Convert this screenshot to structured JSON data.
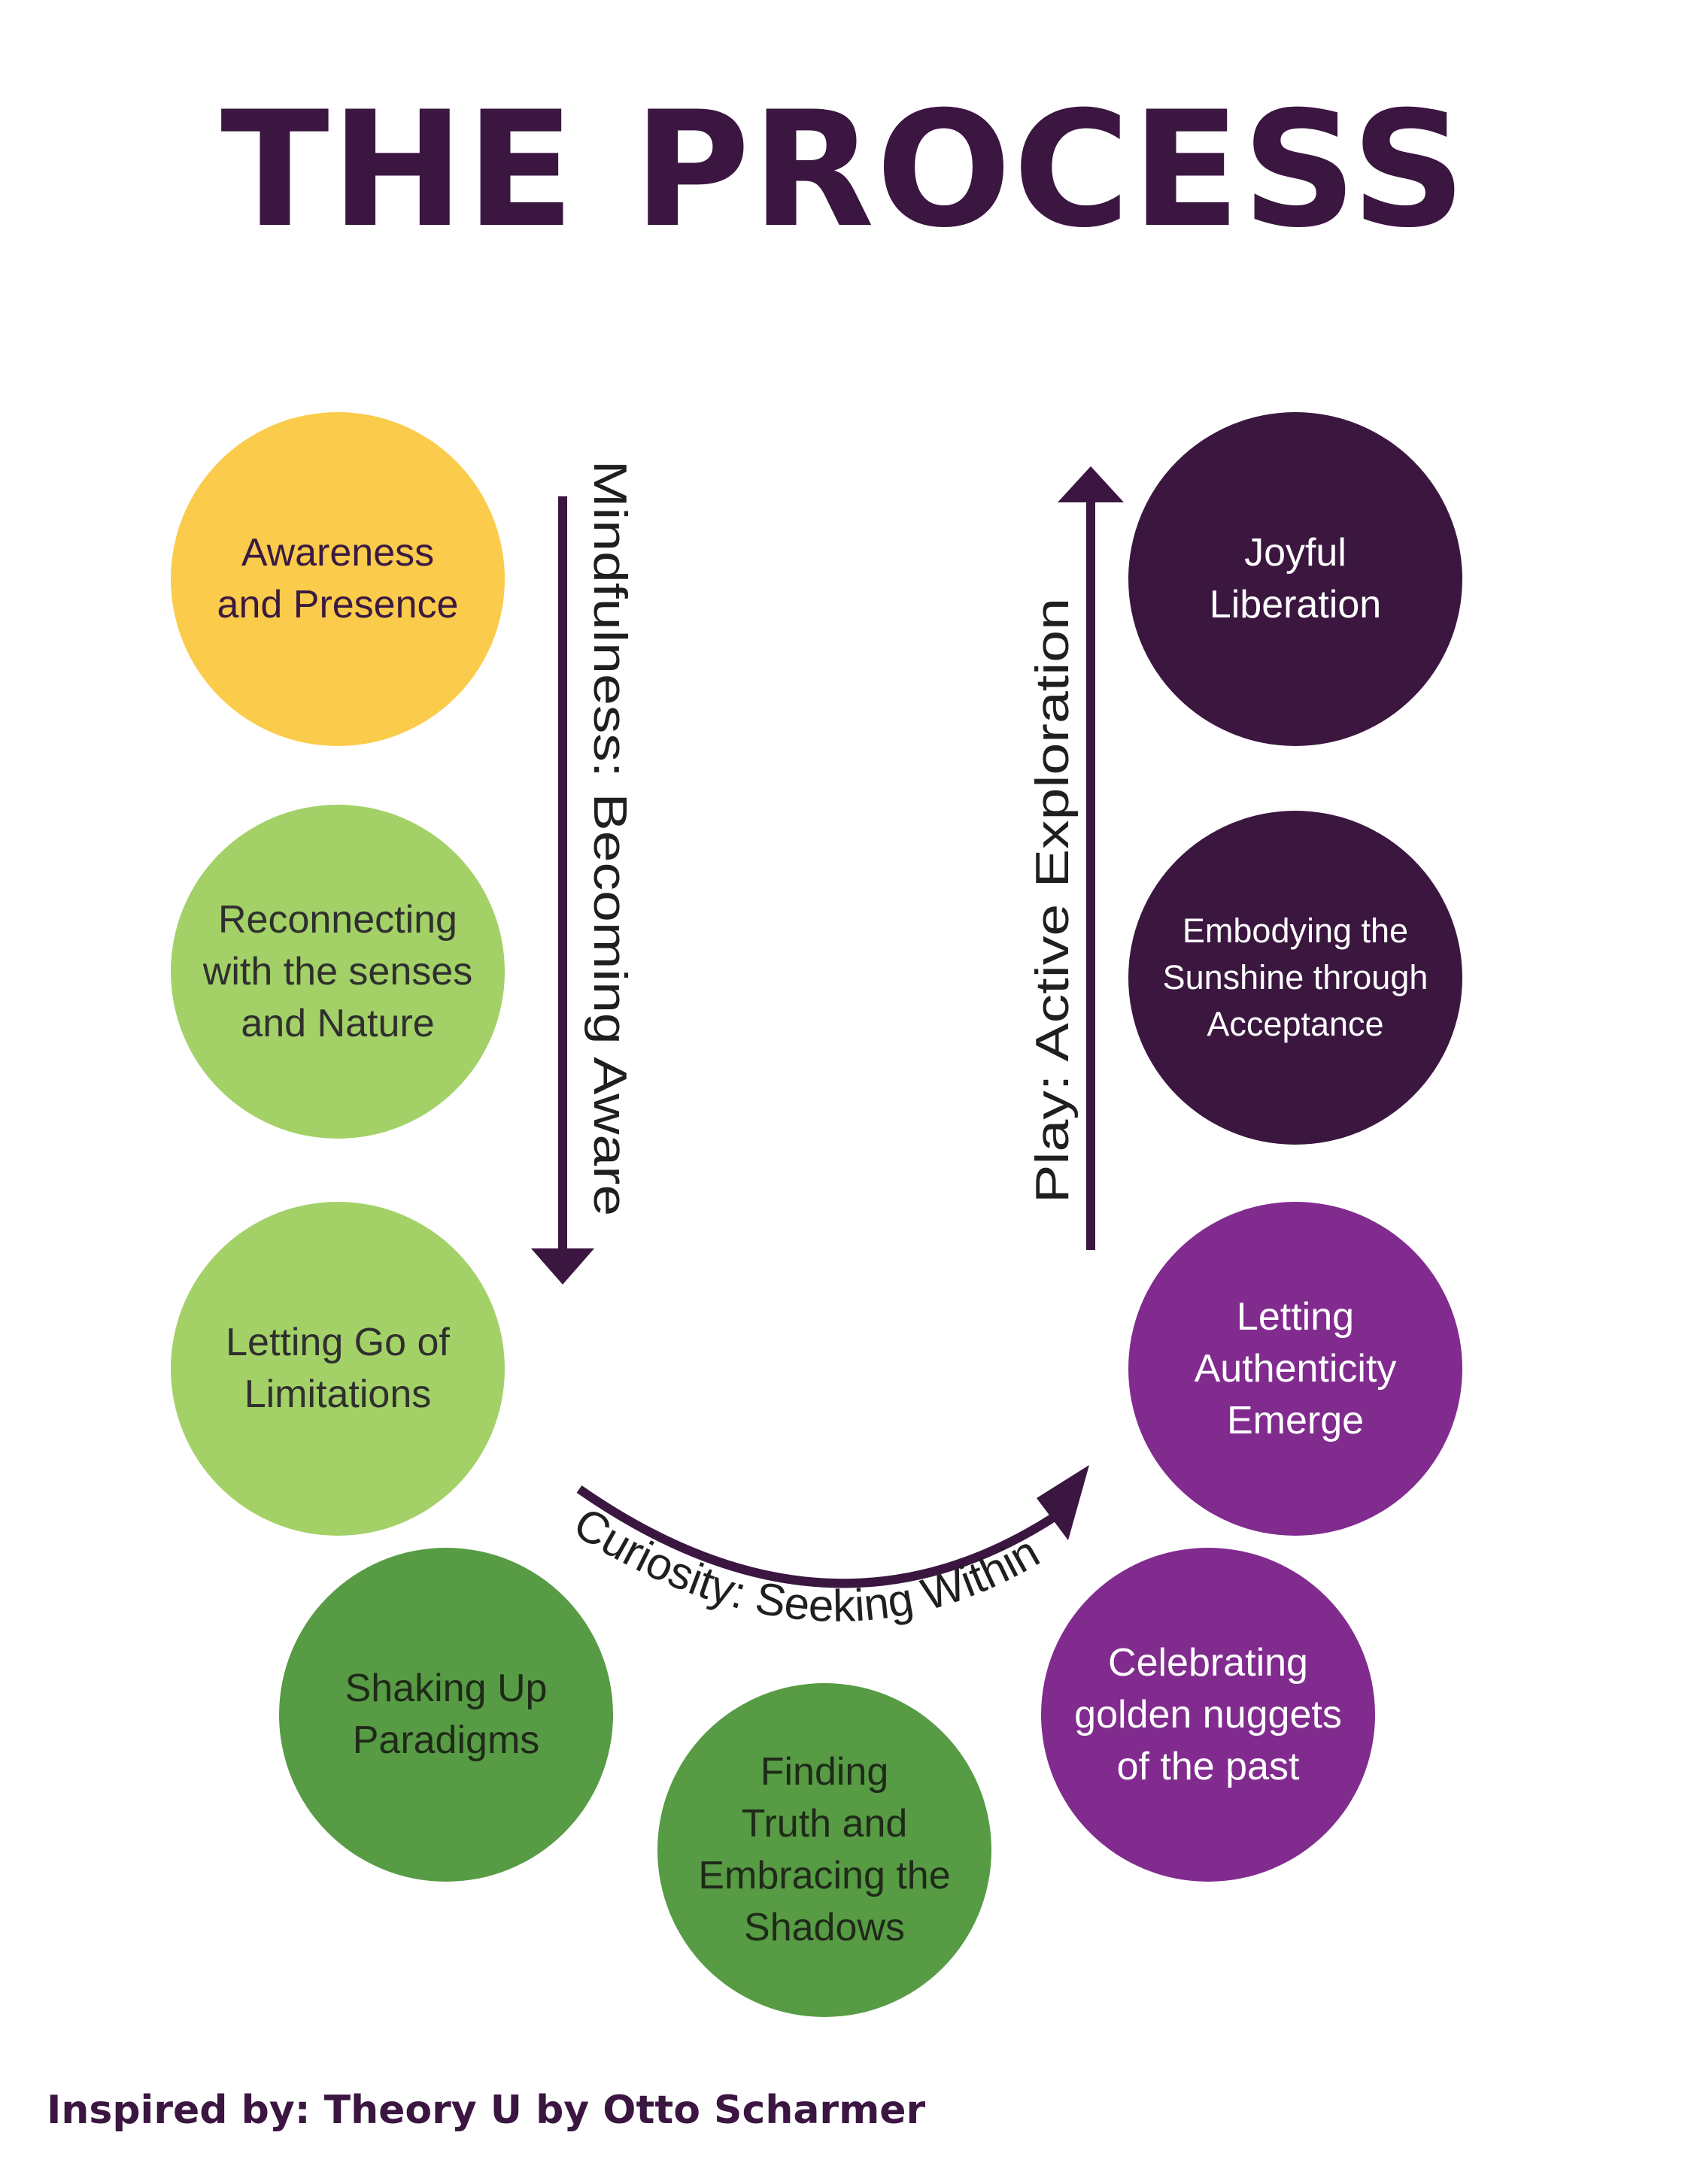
{
  "title": "THE PROCESS",
  "left_flow_label": "Mindfulness: Becoming Aware",
  "right_flow_label": "Play: Active Exploration",
  "bottom_flow_label": "Curiosity: Seeking Within",
  "nodes": [
    {
      "label": "Awareness\nand Presence",
      "color": "#fbcb4b"
    },
    {
      "label": "Reconnecting\nwith the senses\nand Nature",
      "color": "#a3d167"
    },
    {
      "label": "Letting Go of\nLimitations",
      "color": "#a3d167"
    },
    {
      "label": "Shaking Up\nParadigms",
      "color": "#579b45"
    },
    {
      "label": "Finding\nTruth and\nEmbracing the\nShadows",
      "color": "#579b45"
    },
    {
      "label": "Celebrating\ngolden nuggets\nof the past",
      "color": "#812b8f"
    },
    {
      "label": "Letting\nAuthenticity\nEmerge",
      "color": "#812b8f"
    },
    {
      "label": "Embodying the\nSunshine through\nAcceptance",
      "color": "#3b1740"
    },
    {
      "label": "Joyful\nLiberation",
      "color": "#3b1740"
    }
  ],
  "footer": "Inspired by: Theory U by Otto Scharmer",
  "colors": {
    "arrow": "#3a1640",
    "title": "#3a1640"
  }
}
